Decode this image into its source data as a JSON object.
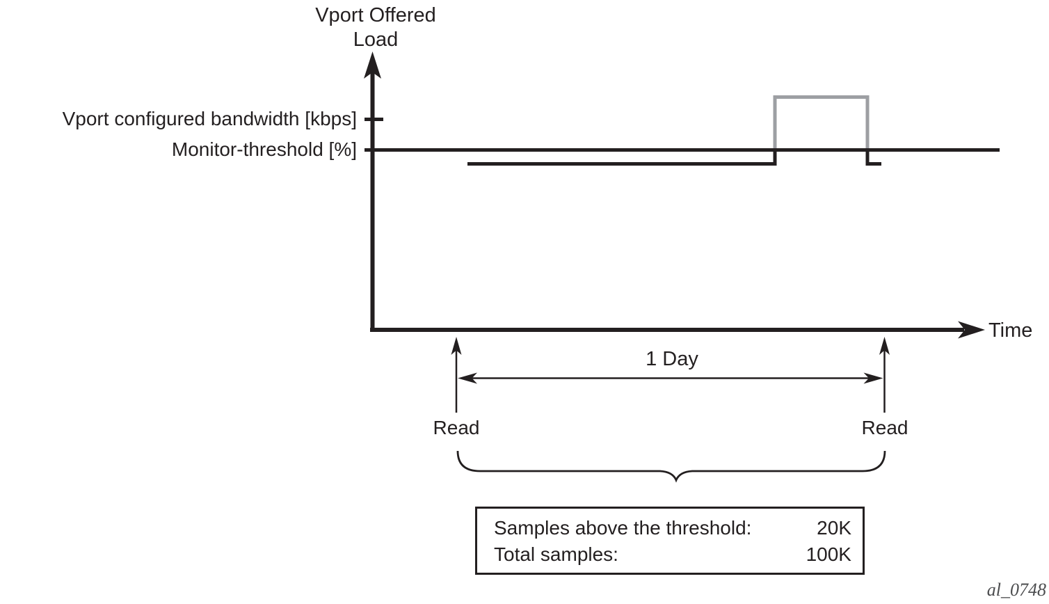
{
  "colors": {
    "ink": "#231f20",
    "pulse_gray": "#9d9fa3",
    "background": "#ffffff"
  },
  "diagram": {
    "y_axis_title": "Vport Offered\nLoad",
    "x_axis_label": "Time",
    "y_reference_labels": {
      "configured_bandwidth": "Vport configured bandwidth [kbps]",
      "monitor_threshold": "Monitor-threshold [%]"
    },
    "interval_label": "1 Day",
    "read_marker_left": "Read",
    "read_marker_right": "Read",
    "summary_box": {
      "rows": [
        {
          "label": "Samples above the threshold:",
          "value": "20K"
        },
        {
          "label": "Total samples:",
          "value": "100K"
        }
      ]
    },
    "figure_id": "al_0748"
  },
  "chart_data": {
    "type": "line",
    "title": "Vport Offered Load",
    "xlabel": "Time",
    "ylabel": "Vport Offered Load",
    "y_reference_lines": [
      "Vport configured bandwidth [kbps]",
      "Monitor-threshold [%]"
    ],
    "series": [
      {
        "name": "offered-load",
        "description": "mostly below monitor-threshold, brief excursion above threshold near end of day"
      },
      {
        "name": "above-threshold-excursion",
        "description": "gray pulse above monitor-threshold between the two Read events"
      }
    ],
    "events": [
      "Read",
      "Read"
    ],
    "interval": "1 Day",
    "annotations": {
      "samples_above_threshold": "20K",
      "total_samples": "100K"
    }
  }
}
